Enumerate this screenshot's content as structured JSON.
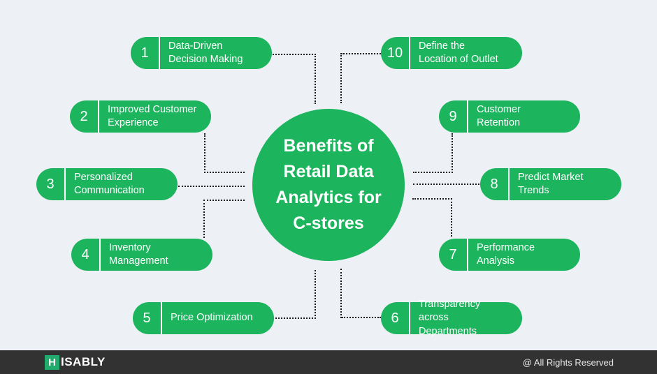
{
  "page": {
    "background_color": "#edf1f5",
    "accent_green": "#1db45e",
    "connector_color": "#1a1a1a",
    "footer_background": "#323232"
  },
  "center_circle": {
    "title": "Benefits of\nRetail Data\nAnalytics for\nC-stores"
  },
  "benefits": [
    {
      "number": "1",
      "label": "Data-Driven\nDecision Making"
    },
    {
      "number": "2",
      "label": "Improved Customer\nExperience"
    },
    {
      "number": "3",
      "label": "Personalized\nCommunication"
    },
    {
      "number": "4",
      "label": "Inventory\nManagement"
    },
    {
      "number": "5",
      "label": "Price Optimization"
    },
    {
      "number": "6",
      "label": "Transparency across\nDepartments"
    },
    {
      "number": "7",
      "label": "Performance\nAnalysis"
    },
    {
      "number": "8",
      "label": "Predict Market\nTrends"
    },
    {
      "number": "9",
      "label": "Customer\nRetention"
    },
    {
      "number": "10",
      "label": "Define the\nLocation of Outlet"
    }
  ],
  "footer": {
    "logo_initial": "H",
    "logo_rest": "ISABLY",
    "rights_text": "@ All Rights Reserved"
  }
}
